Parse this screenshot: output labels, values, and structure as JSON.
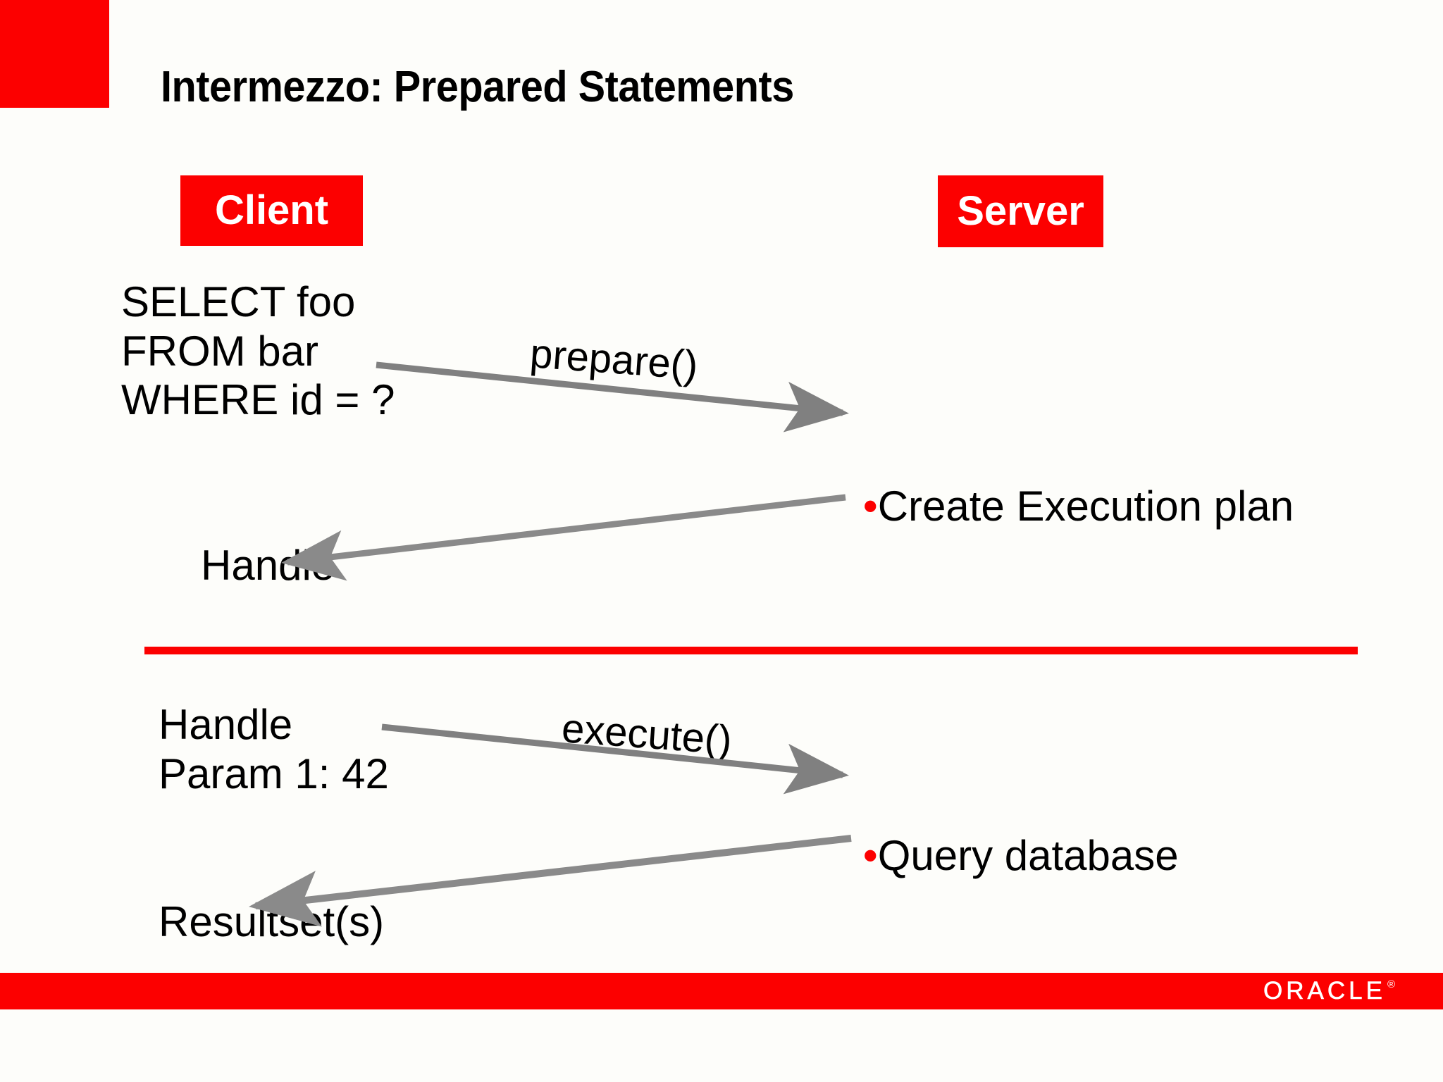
{
  "slide": {
    "title": "Intermezzo: Prepared Statements",
    "background_color": "#fdfdfa",
    "accent_color": "#fc0000",
    "arrow_color": "#808080"
  },
  "columns": {
    "client_label": "Client",
    "server_label": "Server"
  },
  "phase_one": {
    "sql": "SELECT foo\nFROM bar\nWHERE id = ?",
    "call_label": "prepare()",
    "server_step_bullet": "•",
    "server_step": "Create Execution plan",
    "return_label": "Handle"
  },
  "phase_two": {
    "request": "Handle\nParam 1: 42",
    "call_label": "execute()",
    "server_step_bullet": "•",
    "server_step": "Query database",
    "return_label": "Resultset(s)"
  },
  "footer": {
    "brand": "ORACLE",
    "registered_mark": "®",
    "bar_color": "#fc0000"
  }
}
